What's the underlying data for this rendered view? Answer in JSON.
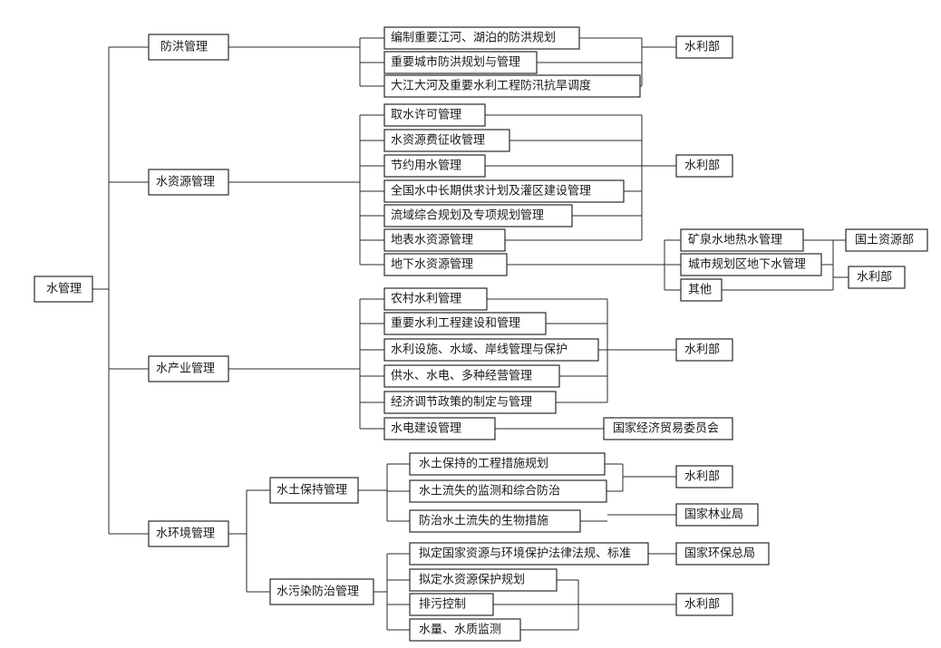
{
  "root": "水管理",
  "branches": {
    "flood": "防洪管理",
    "resource": "水资源管理",
    "industry": "水产业管理",
    "environment": "水环境管理"
  },
  "env_sub": {
    "soil": "水土保持管理",
    "pollution": "水污染防治管理"
  },
  "flood_items": [
    "编制重要江河、湖泊的防洪规划",
    "重要城市防洪规划与管理",
    "大江大河及重要水利工程防汛抗旱调度"
  ],
  "resource_items": [
    "取水许可管理",
    "水资源费征收管理",
    "节约用水管理",
    "全国水中长期供求计划及灌区建设管理",
    "流域综合规划及专项规划管理",
    "地表水资源管理",
    "地下水资源管理"
  ],
  "groundwater_items": [
    "矿泉水地热水管理",
    "城市规划区地下水管理",
    "其他"
  ],
  "industry_items": [
    "农村水利管理",
    "重要水利工程建设和管理",
    "水利设施、水域、岸线管理与保护",
    "供水、水电、多种经营管理",
    "经济调节政策的制定与管理",
    "水电建设管理"
  ],
  "soil_items": [
    "水土保持的工程措施规划",
    "水土流失的监测和综合防治",
    "防治水土流失的生物措施"
  ],
  "pollution_items": [
    "拟定国家资源与环境保护法律法规、标准",
    "拟定水资源保护规划",
    "排污控制",
    "水量、水质监测"
  ],
  "agencies": {
    "mwr_flood": "水利部",
    "mwr_resource": "水利部",
    "mlr": "国土资源部",
    "mwr_groundwater": "水利部",
    "mwr_industry": "水利部",
    "setc": "国家经济贸易委员会",
    "mwr_soil": "水利部",
    "forestry": "国家林业局",
    "sepa": "国家环保总局",
    "mwr_pollution": "水利部"
  }
}
